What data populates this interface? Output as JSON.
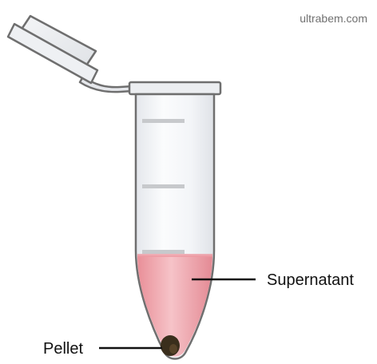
{
  "watermark": {
    "text": "ultrabem.com",
    "color": "#707070"
  },
  "labels": {
    "supernatant": "Supernatant",
    "pellet": "Pellet"
  },
  "colors": {
    "tube_outline": "#6f6f6f",
    "tube_body": "#f1f3f6",
    "cap_fill": "#eceef1",
    "graduation_mark": "#c7c9cc",
    "supernatant_light": "#f7c9cd",
    "supernatant_dark": "#e27f89",
    "pellet": "#3a2e1c",
    "leader_line": "#111111"
  }
}
